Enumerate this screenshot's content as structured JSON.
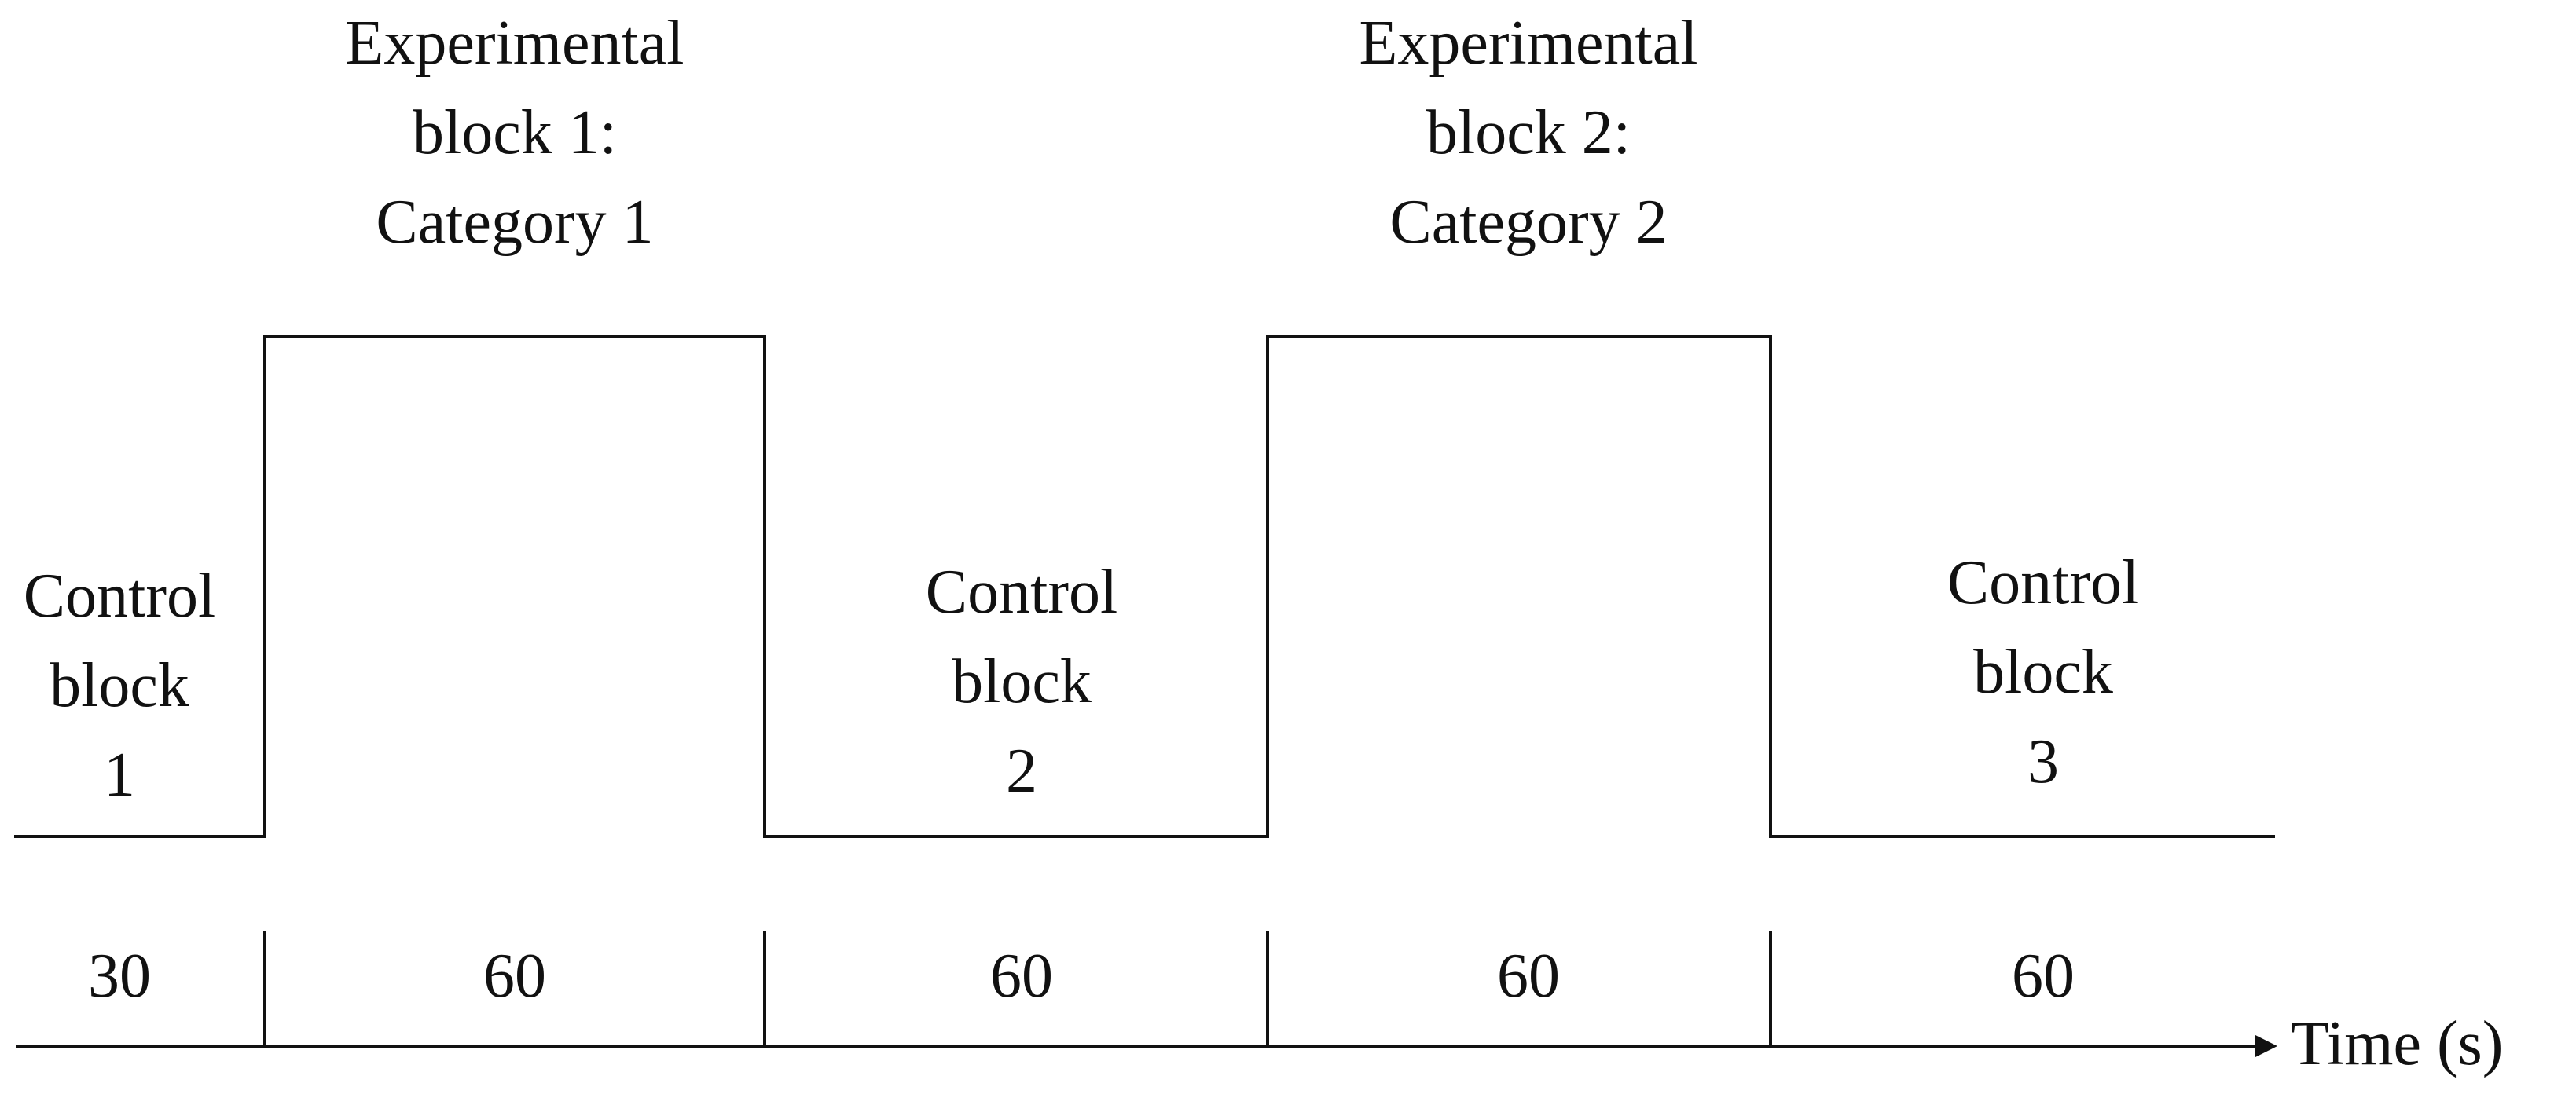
{
  "blocks": [
    {
      "kind": "control",
      "lines": [
        "Control",
        "block",
        "1"
      ],
      "duration": "30",
      "seconds": 30
    },
    {
      "kind": "experimental",
      "lines": [
        "Experimental",
        "block 1:",
        "Category 1"
      ],
      "duration": "60",
      "seconds": 60
    },
    {
      "kind": "control",
      "lines": [
        "Control",
        "block",
        "2"
      ],
      "duration": "60",
      "seconds": 60
    },
    {
      "kind": "experimental",
      "lines": [
        "Experimental",
        "block 2:",
        "Category 2"
      ],
      "duration": "60",
      "seconds": 60
    },
    {
      "kind": "control",
      "lines": [
        "Control",
        "block",
        "3"
      ],
      "duration": "60",
      "seconds": 60
    }
  ],
  "axis": {
    "label": "Time (s)"
  },
  "colors": {
    "line": "#111111",
    "background": "#ffffff"
  }
}
